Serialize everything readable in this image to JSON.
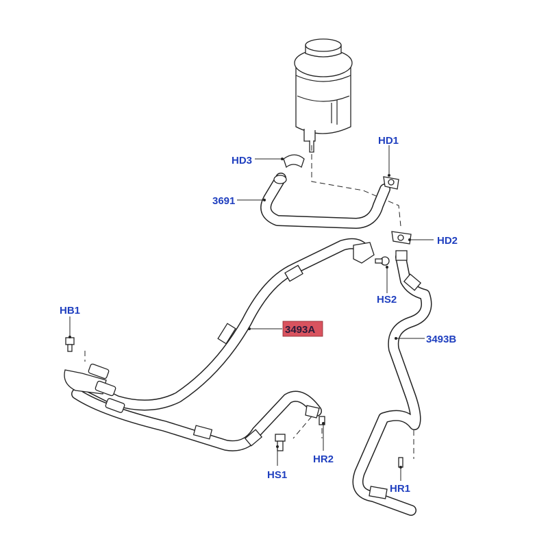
{
  "callouts": {
    "hd3": "HD3",
    "hd1": "HD1",
    "c3691": "3691",
    "hd2": "HD2",
    "hs2": "HS2",
    "c3493a": "3493A",
    "c3493b": "3493B",
    "hb1": "HB1",
    "hs1": "HS1",
    "hr2": "HR2",
    "hr1": "HR1"
  },
  "colors": {
    "callout_text": "#1f3fbf",
    "highlight_fill": "#d9535f",
    "line": "#222222"
  }
}
